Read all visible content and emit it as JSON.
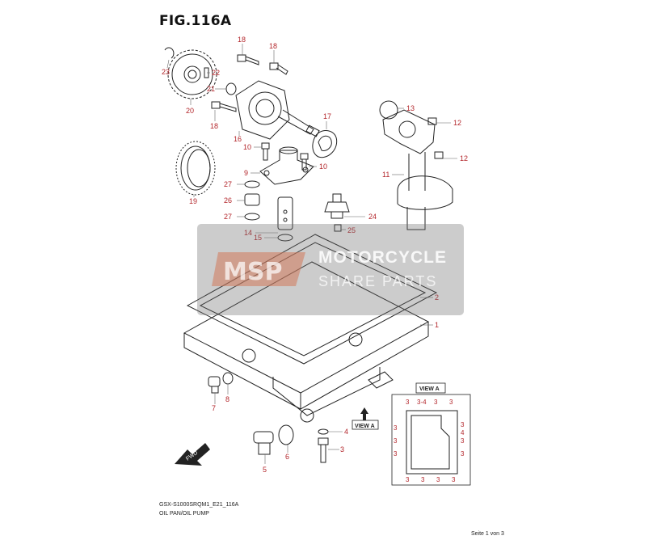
{
  "figure": {
    "title": "FIG.116A",
    "model_code": "GSX-S1000SRQM1_E21_116A",
    "name": "OIL PAN/OIL PUMP",
    "page": "Seite 1 von 3"
  },
  "watermark": {
    "logo": "MSP",
    "line1": "MOTORCYCLE",
    "line2": "SHARE PARTS"
  },
  "view_a": {
    "box_title": "VIEW A",
    "tag_label": "VIEW A",
    "direction_label": "FWD",
    "top_labels": [
      "3",
      "3-4",
      "3",
      "3"
    ],
    "left_labels": [
      "3",
      "3",
      "3"
    ],
    "right_labels": [
      "3",
      "4",
      "3",
      "3"
    ],
    "bottom_labels": [
      "3",
      "3",
      "3",
      "3"
    ]
  },
  "callouts": [
    "1",
    "2",
    "3",
    "4",
    "5",
    "6",
    "7",
    "8",
    "9",
    "10",
    "10",
    "11",
    "12",
    "12",
    "13",
    "14",
    "15",
    "16",
    "17",
    "18",
    "18",
    "18",
    "19",
    "20",
    "21",
    "22",
    "23",
    "24",
    "25",
    "26",
    "27",
    "27"
  ],
  "colors": {
    "callout": "#b3262b",
    "line": "#222222",
    "watermark": "#6e6e6e"
  }
}
